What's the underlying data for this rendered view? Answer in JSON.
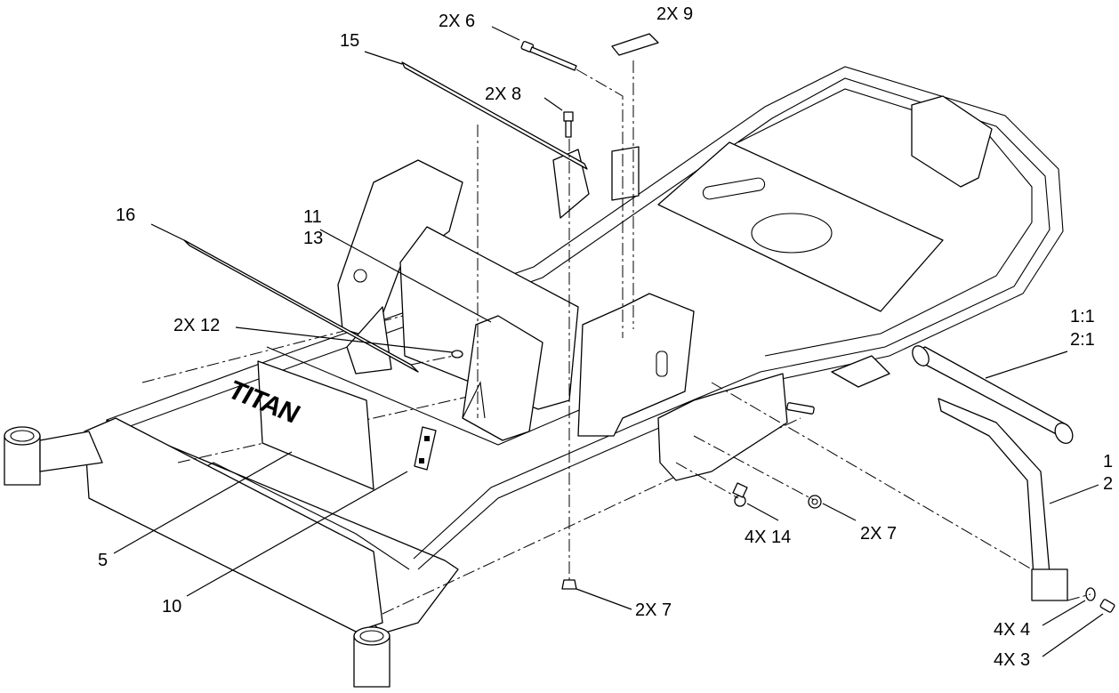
{
  "logo_text": "TITAN",
  "callouts": [
    {
      "id": "c-15",
      "text": "15"
    },
    {
      "id": "c-2x6",
      "text": "2X 6"
    },
    {
      "id": "c-2x9",
      "text": "2X 9"
    },
    {
      "id": "c-2x8",
      "text": "2X 8"
    },
    {
      "id": "c-16",
      "text": "16"
    },
    {
      "id": "c-11",
      "text": "11"
    },
    {
      "id": "c-13",
      "text": "13"
    },
    {
      "id": "c-2x12",
      "text": "2X 12"
    },
    {
      "id": "c-1-1",
      "text": "1:1"
    },
    {
      "id": "c-2-1",
      "text": "2:1"
    },
    {
      "id": "c-1",
      "text": "1"
    },
    {
      "id": "c-2",
      "text": "2"
    },
    {
      "id": "c-5",
      "text": "5"
    },
    {
      "id": "c-10",
      "text": "10"
    },
    {
      "id": "c-4x14",
      "text": "4X 14"
    },
    {
      "id": "c-2x7a",
      "text": "2X 7"
    },
    {
      "id": "c-2x7b",
      "text": "2X 7"
    },
    {
      "id": "c-4x4",
      "text": "4X 4"
    },
    {
      "id": "c-4x3",
      "text": "4X 3"
    }
  ]
}
